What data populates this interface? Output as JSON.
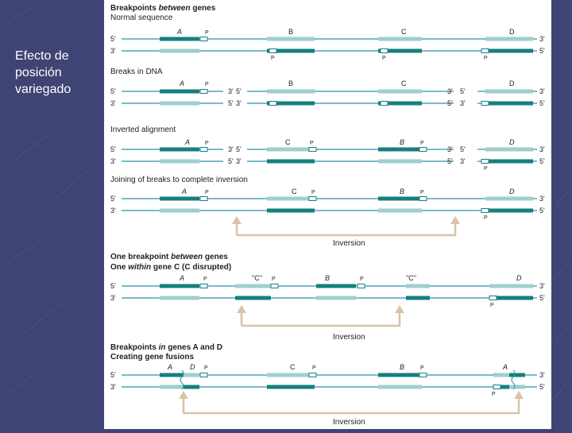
{
  "slide": {
    "caption": "Efecto de\nposición\nvariegado"
  },
  "colors": {
    "background": "#3f4474",
    "panel": "#ffffff",
    "dna_line": "#2e8fb0",
    "gene_dark": "#167f7f",
    "gene_light": "#9fcfcc",
    "text": "#222222",
    "inversion_arrow": "#d8c4a4"
  },
  "labels": {
    "five_prime": "5'",
    "three_prime": "3'",
    "promoter": "P",
    "inversion": "Inversion"
  },
  "sections": {
    "between": {
      "title_pre": "Breakpoints ",
      "title_em": "between",
      "title_post": " genes",
      "subtitle": "Normal sequence",
      "breaks": "Breaks in DNA",
      "inverted": "Inverted alignment",
      "joining": "Joining of breaks to complete inversion"
    },
    "one_between": {
      "title1_pre": "One breakpoint ",
      "title1_em": "between",
      "title1_post": " genes",
      "title2_pre": "One ",
      "title2_em": "within",
      "title2_post": " gene C (C disrupted)"
    },
    "in_genes": {
      "title_pre": "Breakpoints ",
      "title_em": "in",
      "title_post": " genes A and D",
      "subtitle": "Creating gene fusions"
    }
  },
  "genes": {
    "A": "A",
    "B": "B",
    "C": "C",
    "D": "D",
    "C_quoted": "\"C\""
  }
}
